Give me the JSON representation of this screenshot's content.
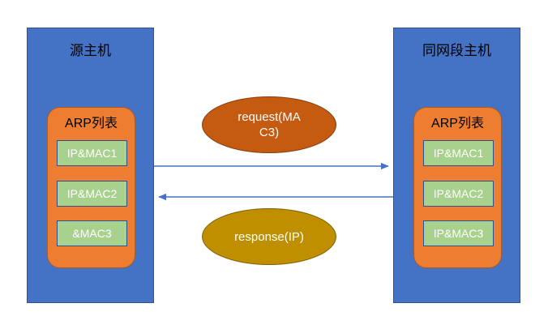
{
  "diagram": {
    "title": "ARP request and response between hosts on the same subnet",
    "colors": {
      "host_fill": "#4472C4",
      "host_stroke": "#2F528F",
      "arp_fill": "#ED7D31",
      "arp_stroke": "#AE5A21",
      "entry_fill": "#A9D18E",
      "entry_stroke": "#2F528F",
      "entry_text": "#FFFFFF",
      "request_fill": "#C55A11",
      "response_fill": "#BF8F00",
      "arrow_stroke": "#4472C4",
      "background": "#FFFFFF"
    }
  },
  "hosts": [
    {
      "id": "source-host",
      "title": "源主机",
      "arp_table": {
        "title": "ARP列表",
        "entries": [
          {
            "label": "IP&MAC1"
          },
          {
            "label": "IP&MAC2"
          },
          {
            "label": "&MAC3"
          }
        ]
      }
    },
    {
      "id": "same-subnet-host",
      "title": "同网段主机",
      "arp_table": {
        "title": "ARP列表",
        "entries": [
          {
            "label": "IP&MAC1"
          },
          {
            "label": "IP&MAC2"
          },
          {
            "label": "IP&MAC3"
          }
        ]
      }
    }
  ],
  "messages": [
    {
      "id": "request",
      "label": "request(MAC3)",
      "line1": "request(MA",
      "line2": "C3)",
      "direction": "left-to-right"
    },
    {
      "id": "response",
      "label": "response(IP)",
      "line1": "response(IP)",
      "line2": "",
      "direction": "right-to-left"
    }
  ],
  "arrows": [
    {
      "id": "request-arrow",
      "direction": "right"
    },
    {
      "id": "response-arrow",
      "direction": "left"
    }
  ]
}
